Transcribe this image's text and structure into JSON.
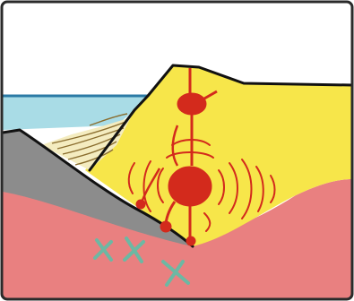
{
  "diagram": {
    "kind": "subduction-zone-cross-section",
    "text_labels": [],
    "colors": {
      "background": "#ffffff",
      "frame": "#2a2a2a",
      "ocean": "#a9dce6",
      "sea_surface": "#2b7aa5",
      "mantle": "#e98080",
      "oceanic_plate": "#8c8c8c",
      "continental_crust": "#f7e64a",
      "accretionary_wedge": "#f4ecc0",
      "wedge_lines": "#8a6d2e",
      "magma": "#d32a1c",
      "melt_marks": "#6cb8a3",
      "outline": "#111111"
    },
    "icons": {
      "melt_marks": "x-cross",
      "magma_bodies": "blob"
    }
  }
}
